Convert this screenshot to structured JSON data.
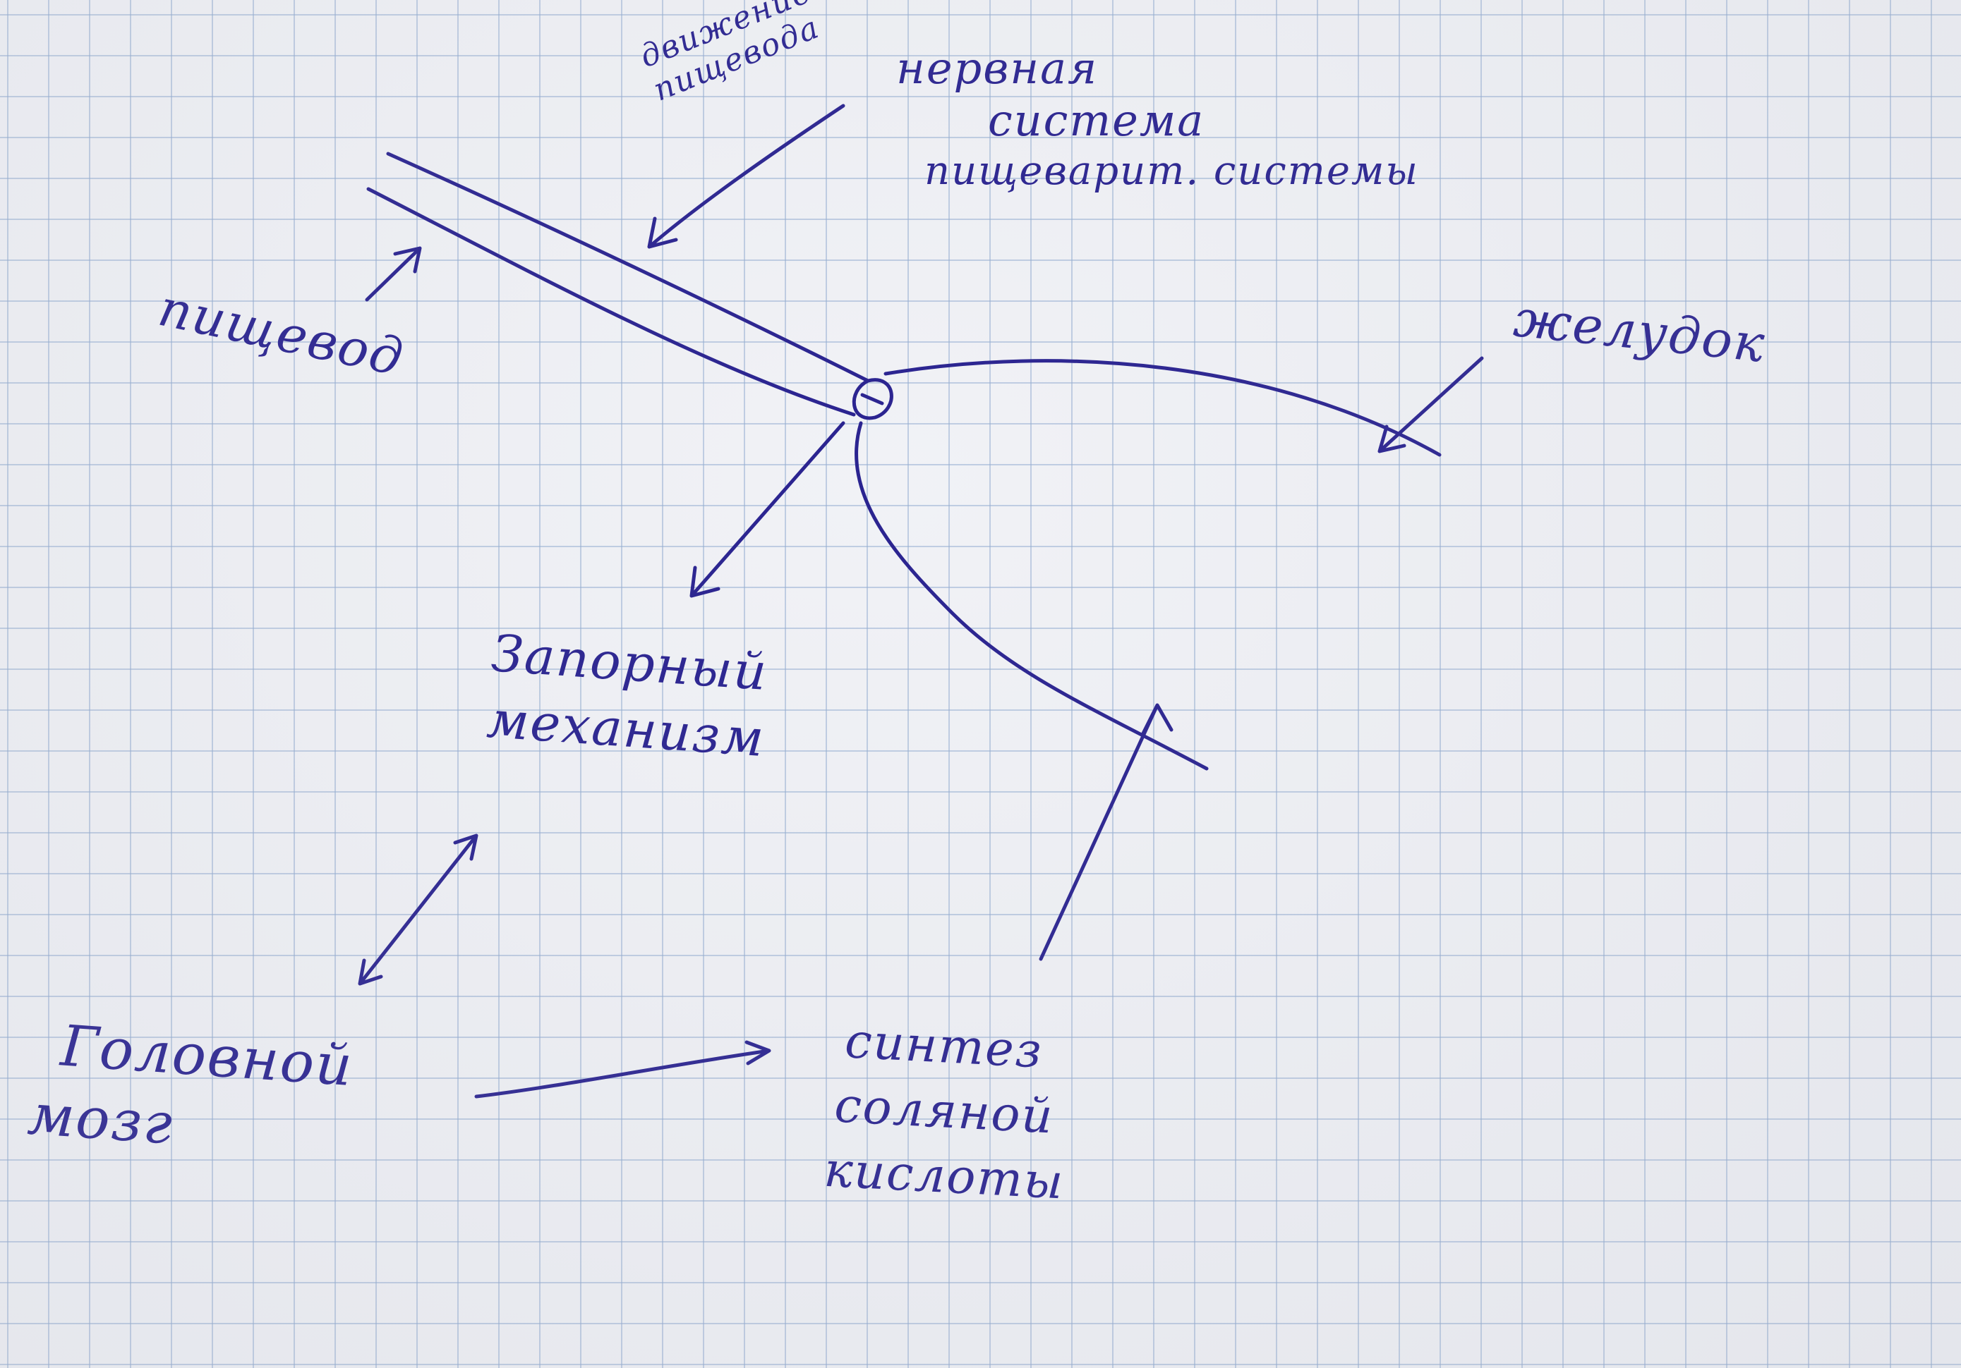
{
  "labels": {
    "peristalsis": [
      "движение",
      "пищевода"
    ],
    "nervous_system": [
      "нервная",
      "система",
      "пищеварит. системы"
    ],
    "esophagus": "пищевод",
    "stomach": "желудок",
    "valve": [
      "Запорный",
      "механизм"
    ],
    "brain": [
      "Головной",
      "мозг"
    ],
    "secretion": [
      "синтез",
      "соляной",
      "кислоты"
    ]
  },
  "colors": {
    "ink": "#2a2390",
    "grid": "#96afd2",
    "paper": "#f1f2f6"
  }
}
